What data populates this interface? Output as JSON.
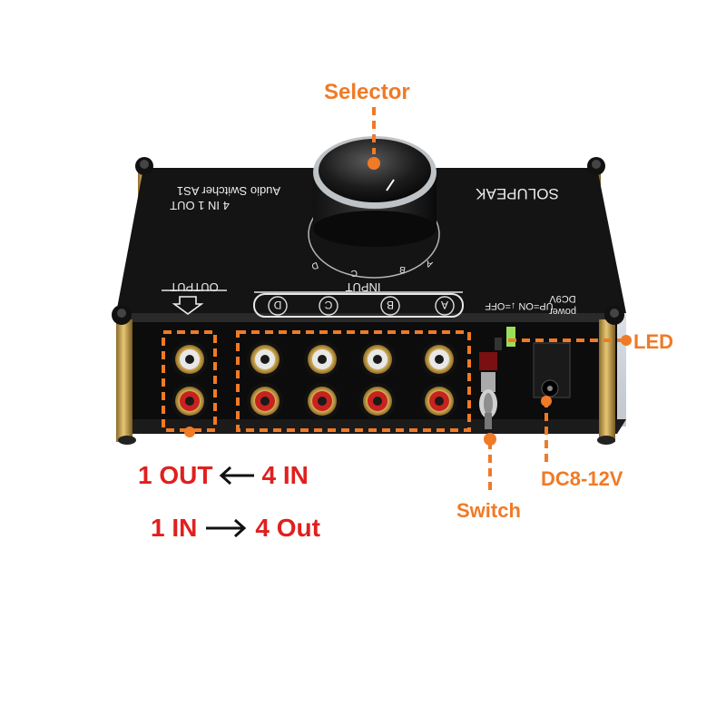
{
  "device": {
    "brand": "SOLUPEAK",
    "model": "Audio Switcher AS1",
    "subtitle": "4 IN 1 OUT",
    "output_label": "OUTPUT",
    "input_label": "INPUT",
    "inputs": [
      "A",
      "B",
      "C",
      "D"
    ],
    "dial_letters": [
      "A",
      "B",
      "C",
      "D"
    ],
    "power_label": "power",
    "power_mode": "UP=ON  ↓=OFF",
    "voltage_label": "DC9V"
  },
  "callouts": {
    "selector": "Selector",
    "led": "LED",
    "switch": "Switch",
    "dc": "DC8-12V"
  },
  "modes": {
    "line1_left": "1 OUT",
    "line1_right": "4 IN",
    "line2_left": "1 IN",
    "line2_right": "4 Out"
  },
  "colors": {
    "annotation_orange": "#f07a26",
    "mode_red": "#e0201f",
    "panel_black": "#141414",
    "rca_red": "#c8221e",
    "rca_white": "#e8e8e8",
    "gold": "#c9a243"
  },
  "icons": [
    "arrow-left-icon",
    "arrow-right-icon",
    "down-arrow-icon"
  ]
}
